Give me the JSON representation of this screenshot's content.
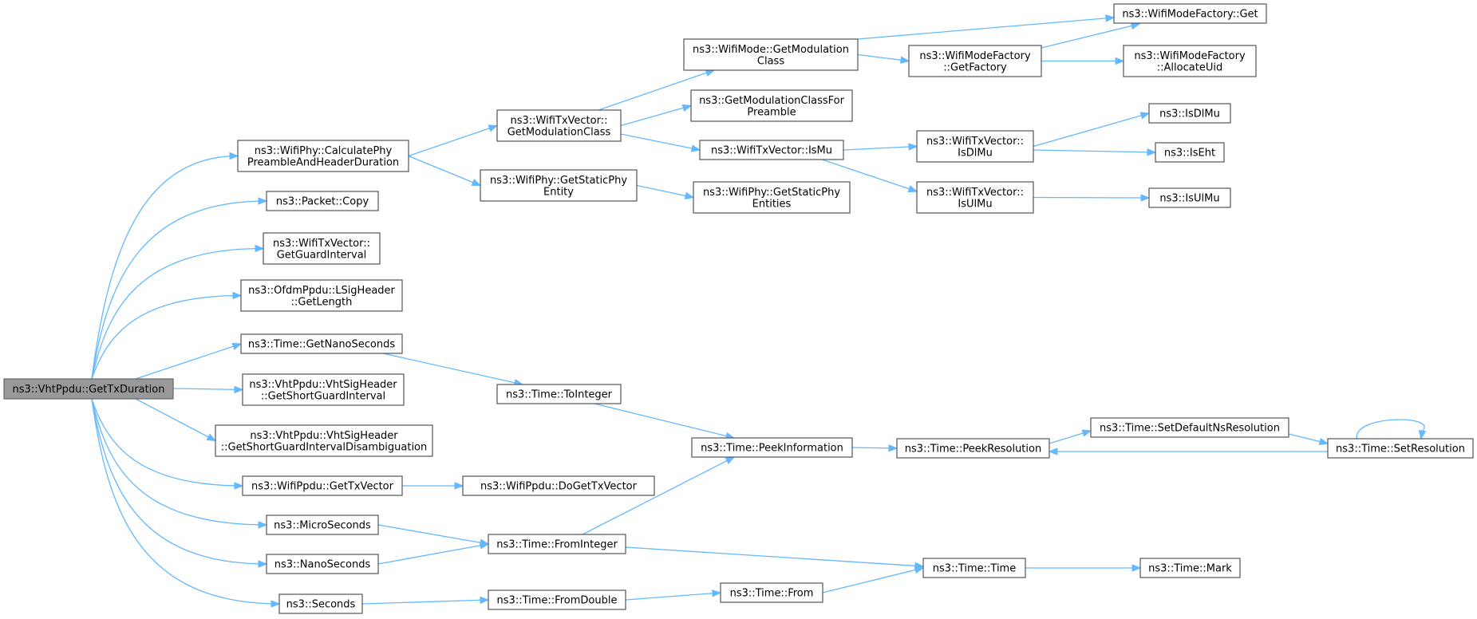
{
  "graph": {
    "title": "",
    "nodes": [
      {
        "id": "root",
        "lines": [
          "ns3::VhtPpdu::GetTxDuration"
        ],
        "root": true
      },
      {
        "id": "calcPhy",
        "lines": [
          "ns3::WifiPhy::CalculatePhy",
          "PreambleAndHeaderDuration"
        ]
      },
      {
        "id": "pktCopy",
        "lines": [
          "ns3::Packet::Copy"
        ]
      },
      {
        "id": "getGI",
        "lines": [
          "ns3::WifiTxVector::",
          "GetGuardInterval"
        ]
      },
      {
        "id": "lsigLen",
        "lines": [
          "ns3::OfdmPpdu::LSigHeader",
          "::GetLength"
        ]
      },
      {
        "id": "getNano",
        "lines": [
          "ns3::Time::GetNanoSeconds"
        ]
      },
      {
        "id": "shortGI",
        "lines": [
          "ns3::VhtPpdu::VhtSigHeader",
          "::GetShortGuardInterval"
        ]
      },
      {
        "id": "shortGIDis",
        "lines": [
          "ns3::VhtPpdu::VhtSigHeader",
          "::GetShortGuardIntervalDisambiguation"
        ]
      },
      {
        "id": "ppduTxVec",
        "lines": [
          "ns3::WifiPpdu::GetTxVector"
        ]
      },
      {
        "id": "micro",
        "lines": [
          "ns3::MicroSeconds"
        ]
      },
      {
        "id": "nano",
        "lines": [
          "ns3::NanoSeconds"
        ]
      },
      {
        "id": "seconds",
        "lines": [
          "ns3::Seconds"
        ]
      },
      {
        "id": "getModClass",
        "lines": [
          "ns3::WifiTxVector::",
          "GetModulationClass"
        ]
      },
      {
        "id": "staticPhyEnt",
        "lines": [
          "ns3::WifiPhy::GetStaticPhy",
          "Entity"
        ]
      },
      {
        "id": "toInteger",
        "lines": [
          "ns3::Time::ToInteger"
        ]
      },
      {
        "id": "doGetTxVec",
        "lines": [
          "ns3::WifiPpdu::DoGetTxVector"
        ]
      },
      {
        "id": "fromInteger",
        "lines": [
          "ns3::Time::FromInteger"
        ]
      },
      {
        "id": "fromDouble",
        "lines": [
          "ns3::Time::FromDouble"
        ]
      },
      {
        "id": "modeModClass",
        "lines": [
          "ns3::WifiMode::GetModulation",
          "Class"
        ]
      },
      {
        "id": "modClassPre",
        "lines": [
          "ns3::GetModulationClassFor",
          "Preamble"
        ]
      },
      {
        "id": "isMu",
        "lines": [
          "ns3::WifiTxVector::IsMu"
        ]
      },
      {
        "id": "staticPhyEnts",
        "lines": [
          "ns3::WifiPhy::GetStaticPhy",
          "Entities"
        ]
      },
      {
        "id": "peekInfo",
        "lines": [
          "ns3::Time::PeekInformation"
        ]
      },
      {
        "id": "from",
        "lines": [
          "ns3::Time::From"
        ]
      },
      {
        "id": "factGet",
        "lines": [
          "ns3::WifiModeFactory::Get"
        ]
      },
      {
        "id": "getFactory",
        "lines": [
          "ns3::WifiModeFactory",
          "::GetFactory"
        ]
      },
      {
        "id": "allocUid",
        "lines": [
          "ns3::WifiModeFactory",
          "::AllocateUid"
        ]
      },
      {
        "id": "tvIsDlMu",
        "lines": [
          "ns3::WifiTxVector::",
          "IsDlMu"
        ]
      },
      {
        "id": "tvIsUlMu",
        "lines": [
          "ns3::WifiTxVector::",
          "IsUlMu"
        ]
      },
      {
        "id": "isDlMu",
        "lines": [
          "ns3::IsDlMu"
        ]
      },
      {
        "id": "isEht",
        "lines": [
          "ns3::IsEht"
        ]
      },
      {
        "id": "isUlMu",
        "lines": [
          "ns3::IsUlMu"
        ]
      },
      {
        "id": "peekRes",
        "lines": [
          "ns3::Time::PeekResolution"
        ]
      },
      {
        "id": "setDefNs",
        "lines": [
          "ns3::Time::SetDefaultNsResolution"
        ]
      },
      {
        "id": "setRes",
        "lines": [
          "ns3::Time::SetResolution"
        ]
      },
      {
        "id": "timeTime",
        "lines": [
          "ns3::Time::Time"
        ]
      },
      {
        "id": "mark",
        "lines": [
          "ns3::Time::Mark"
        ]
      }
    ],
    "edges": [
      [
        "root",
        "calcPhy"
      ],
      [
        "root",
        "pktCopy"
      ],
      [
        "root",
        "getGI"
      ],
      [
        "root",
        "lsigLen"
      ],
      [
        "root",
        "getNano"
      ],
      [
        "root",
        "shortGI"
      ],
      [
        "root",
        "shortGIDis"
      ],
      [
        "root",
        "ppduTxVec"
      ],
      [
        "root",
        "micro"
      ],
      [
        "root",
        "nano"
      ],
      [
        "root",
        "seconds"
      ],
      [
        "calcPhy",
        "getModClass"
      ],
      [
        "calcPhy",
        "staticPhyEnt"
      ],
      [
        "getModClass",
        "modeModClass"
      ],
      [
        "getModClass",
        "modClassPre"
      ],
      [
        "getModClass",
        "isMu"
      ],
      [
        "modeModClass",
        "factGet"
      ],
      [
        "modeModClass",
        "getFactory"
      ],
      [
        "getFactory",
        "factGet"
      ],
      [
        "getFactory",
        "allocUid"
      ],
      [
        "isMu",
        "tvIsDlMu"
      ],
      [
        "isMu",
        "tvIsUlMu"
      ],
      [
        "tvIsDlMu",
        "isDlMu"
      ],
      [
        "tvIsDlMu",
        "isEht"
      ],
      [
        "tvIsUlMu",
        "isUlMu"
      ],
      [
        "staticPhyEnt",
        "staticPhyEnts"
      ],
      [
        "getNano",
        "toInteger"
      ],
      [
        "toInteger",
        "peekInfo"
      ],
      [
        "ppduTxVec",
        "doGetTxVec"
      ],
      [
        "micro",
        "fromInteger"
      ],
      [
        "nano",
        "fromInteger"
      ],
      [
        "fromInteger",
        "peekInfo"
      ],
      [
        "fromInteger",
        "timeTime"
      ],
      [
        "seconds",
        "fromDouble"
      ],
      [
        "fromDouble",
        "from"
      ],
      [
        "from",
        "timeTime"
      ],
      [
        "peekInfo",
        "peekRes"
      ],
      [
        "peekRes",
        "setDefNs"
      ],
      [
        "setDefNs",
        "setRes"
      ],
      [
        "setRes",
        "peekRes"
      ],
      [
        "setRes",
        "setRes"
      ],
      [
        "timeTime",
        "mark"
      ]
    ]
  }
}
